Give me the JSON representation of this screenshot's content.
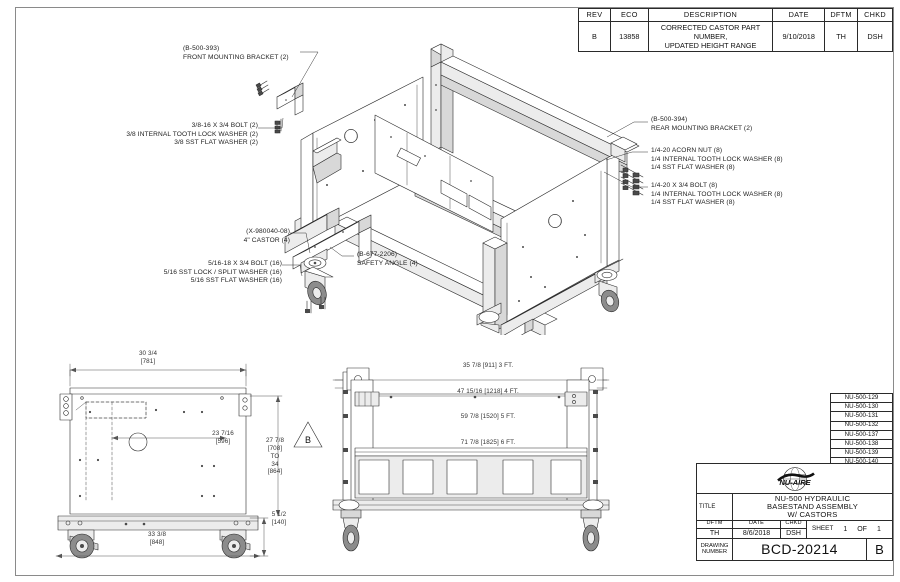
{
  "sheet": {
    "drawing_number": "BCD-20214",
    "revision_letter": "B"
  },
  "revision_block": {
    "headers": [
      "REV",
      "ECO",
      "DESCRIPTION",
      "DATE",
      "DFTM",
      "CHKD"
    ],
    "rows": [
      {
        "rev": "B",
        "eco": "13858",
        "description": "CORRECTED CASTOR PART NUMBER,\nUPDATED HEIGHT RANGE",
        "date": "9/10/2018",
        "dftm": "TH",
        "chkd": "DSH"
      }
    ]
  },
  "parts_list": {
    "items": [
      "NU-500-129",
      "NU-500-130",
      "NU-500-131",
      "NU-500-132",
      "NU-500-137",
      "NU-500-138",
      "NU-500-139",
      "NU-500-140"
    ]
  },
  "title_block": {
    "logo_text": "NU-AIRE",
    "title_label": "TITLE",
    "title_line1": "NU-500 HYDRAULIC",
    "title_line2": "BASESTAND ASSEMBLY",
    "title_line3": "W/ CASTORS",
    "dftm_label": "DFTM",
    "dftm_value": "TH",
    "date_label": "DATE",
    "date_value": "8/6/2018",
    "chkd_label": "CHKD",
    "chkd_value": "DSH",
    "sheet_label": "SHEET",
    "sheet_number": "1",
    "sheet_of": "OF",
    "sheet_total": "1",
    "drawing_number_label": "DRAWING\nNUMBER",
    "drawing_number_value": "BCD-20214",
    "revision_value": "B"
  },
  "callouts": {
    "front_bracket": "(B-500-393)\nFRONT MOUNTING BRACKET (2)",
    "front_hardware": "3/8-16 X 3/4 BOLT (2)\n3/8 INTERNAL TOOTH LOCK WASHER (2)\n3/8 SST FLAT WASHER (2)",
    "rear_bracket": "(B-500-394)\nREAR MOUNTING BRACKET (2)",
    "rear_nut_hardware": "1/4-20 ACORN NUT (8)\n1/4 INTERNAL TOOTH LOCK WASHER (8)\n1/4 SST FLAT WASHER (8)",
    "rear_bolt_hardware": "1/4-20 X 3/4 BOLT (8)\n1/4 INTERNAL TOOTH LOCK WASHER (8)\n1/4 SST FLAT WASHER (8)",
    "castor": "(X-980040-08)\n4\" CASTOR (4)",
    "castor_hardware": "5/16-18 X 3/4 BOLT (16)\n5/16 SST LOCK / SPLIT WASHER (16)\n5/16 SST FLAT WASHER (16)",
    "safety_angle": "(B-677-2206)\nSAFETY ANGLE (4)"
  },
  "dimensions": {
    "side_width_top": "30 3/4\n[781]",
    "side_inner": "23 7/16\n[596]",
    "side_height_range": "27 7/8\n[708]\nTO\n34\n[864]",
    "side_castor_height": "5 1/2\n[140]",
    "side_width_bottom": "33 3/8\n[848]",
    "front_heights": [
      "35 7/8 [911] 3 FT.",
      "47 15/16 [1218] 4 FT.",
      "59 7/8 [1520] 5 FT.",
      "71 7/8 [1825] 6 FT."
    ],
    "revision_flag": "B"
  }
}
